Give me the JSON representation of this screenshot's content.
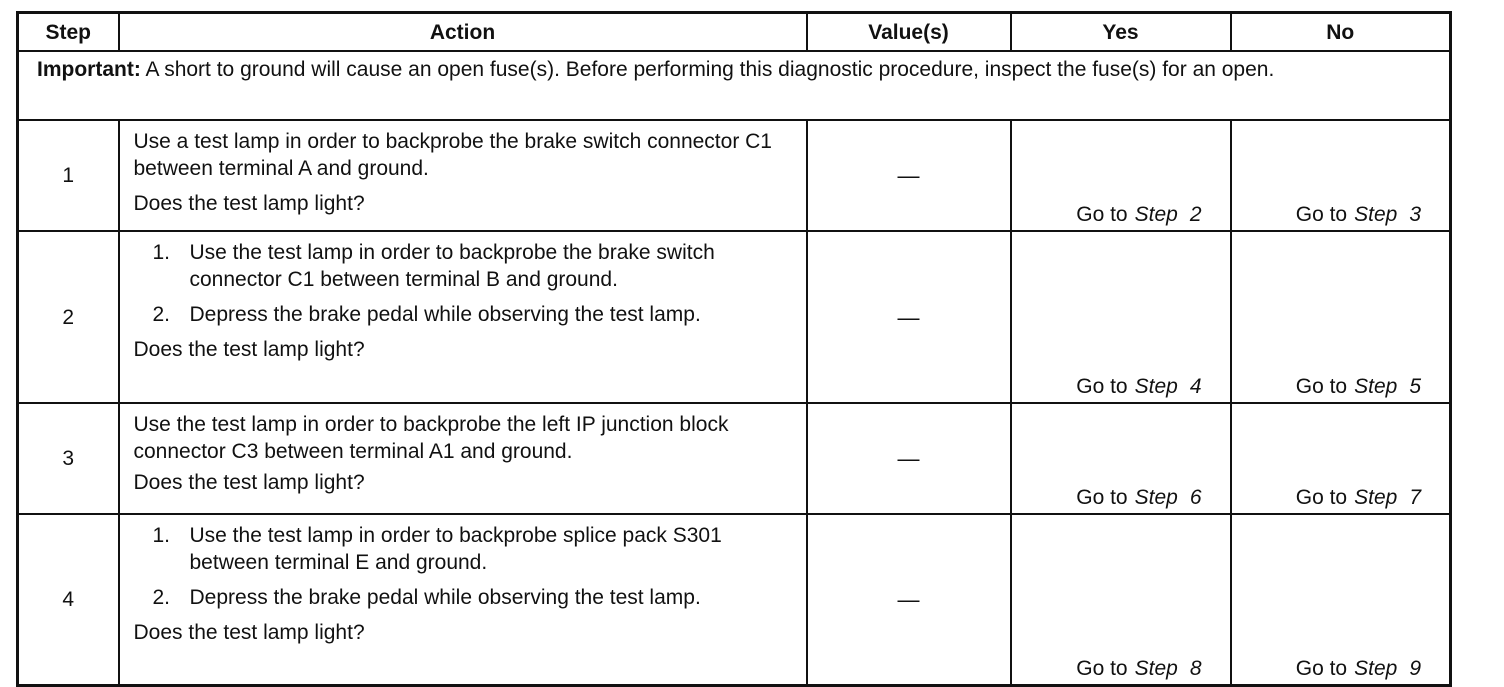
{
  "headers": {
    "step": "Step",
    "action": "Action",
    "values": "Value(s)",
    "yes": "Yes",
    "no": "No"
  },
  "important": {
    "label": "Important:",
    "text": "A short to ground will cause an open fuse(s). Before performing this diagnostic procedure, inspect the fuse(s) for an open."
  },
  "go_to": "Go to",
  "step_word": "Step",
  "rows": [
    {
      "step": "1",
      "action": "Use a test lamp in order to backprobe the brake switch connector C1 between terminal A and ground.",
      "question": "Does the test lamp light?",
      "value": "—",
      "yes_step": "2",
      "no_step": "3"
    },
    {
      "step": "2",
      "items": [
        {
          "n": "1.",
          "text": "Use the test lamp in order to backprobe the brake switch connector C1 between terminal B and ground."
        },
        {
          "n": "2.",
          "text": "Depress the brake pedal while observing the test lamp."
        }
      ],
      "question": "Does the test lamp light?",
      "value": "—",
      "yes_step": "4",
      "no_step": "5"
    },
    {
      "step": "3",
      "action": "Use the test lamp in order to backprobe the left IP junction block connector C3 between terminal A1 and ground.",
      "question": "Does the test lamp light?",
      "value": "—",
      "yes_step": "6",
      "no_step": "7"
    },
    {
      "step": "4",
      "items": [
        {
          "n": "1.",
          "text": "Use the test lamp in order to backprobe splice pack S301 between terminal E and ground."
        },
        {
          "n": "2.",
          "text": "Depress the brake pedal while observing the test lamp."
        }
      ],
      "question": "Does the test lamp light?",
      "value": "—",
      "yes_step": "8",
      "no_step": "9"
    }
  ]
}
